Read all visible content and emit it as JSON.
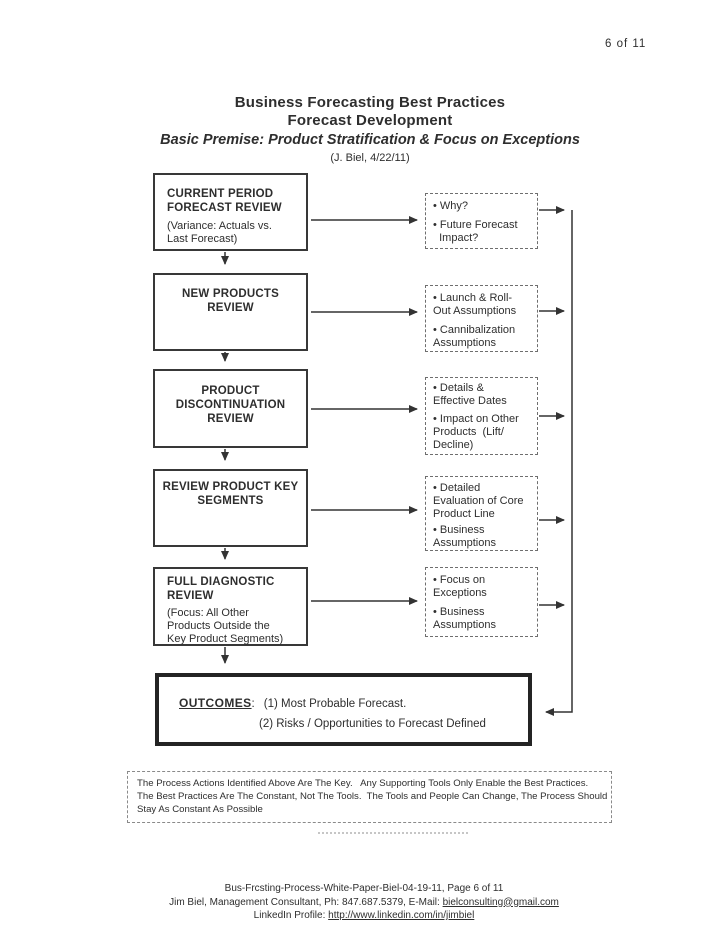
{
  "page": {
    "number_label": "6 of 11"
  },
  "header": {
    "title1": "Business Forecasting Best Practices",
    "title2": "Forecast Development",
    "premise": "Basic Premise: Product Stratification & Focus on Exceptions",
    "byline": "(J. Biel, 4/22/11)"
  },
  "flow": {
    "rows": [
      {
        "left": {
          "title": "CURRENT PERIOD\nFORECAST REVIEW",
          "subtitle": "(Variance: Actuals vs.\nLast Forecast)"
        },
        "right": {
          "bullets": [
            "• Why?",
            "• Future Forecast\n  Impact?"
          ]
        }
      },
      {
        "left": {
          "title": "NEW PRODUCTS\nREVIEW"
        },
        "right": {
          "bullets": [
            "• Launch & Roll-\nOut Assumptions",
            "• Cannibalization\nAssumptions"
          ]
        }
      },
      {
        "left": {
          "title": "PRODUCT\nDISCONTINUATION\nREVIEW"
        },
        "right": {
          "bullets": [
            "• Details &\nEffective Dates",
            "• Impact on Other\nProducts  (Lift/\nDecline)"
          ]
        }
      },
      {
        "left": {
          "title": "REVIEW PRODUCT KEY\nSEGMENTS"
        },
        "right": {
          "bullets": [
            "• Detailed\nEvaluation of Core\nProduct Line",
            "• Business\nAssumptions"
          ]
        }
      },
      {
        "left": {
          "title": "FULL DIAGNOSTIC\nREVIEW",
          "subtitle": "(Focus: All Other\nProducts Outside the\nKey Product Segments)"
        },
        "right": {
          "bullets": [
            "• Focus on\nExceptions",
            "• Business\nAssumptions"
          ]
        }
      }
    ],
    "outcomes": {
      "label": "OUTCOMES",
      "separator": ":",
      "items": [
        "(1) Most Probable Forecast.",
        "(2) Risks / Opportunities to Forecast Defined"
      ]
    }
  },
  "key_message": "The Process Actions Identified Above Are The Key.   Any Supporting Tools Only Enable the Best Practices.\nThe Best Practices Are The Constant, Not The Tools.  The Tools and People Can Change, The Process Should\nStay As Constant As Possible",
  "footer": {
    "doc_line": "Bus-Frcsting-Process-White-Paper-Biel-04-19-11, Page 6 of 11",
    "contact_prefix": "Jim Biel, Management Consultant, Ph: 847.687.5379, E-Mail: ",
    "email": "bielconsulting@gmail.com",
    "linkedin_prefix": "LinkedIn Profile: ",
    "linkedin_url": "http://www.linkedin.com/in/jimbiel"
  },
  "colors": {
    "ink": "#2e2e2e",
    "solid_box_border": "#383838",
    "dashed_box_border": "#6e6e6e",
    "outcomes_border": "#242424",
    "arrow": "#333333"
  }
}
